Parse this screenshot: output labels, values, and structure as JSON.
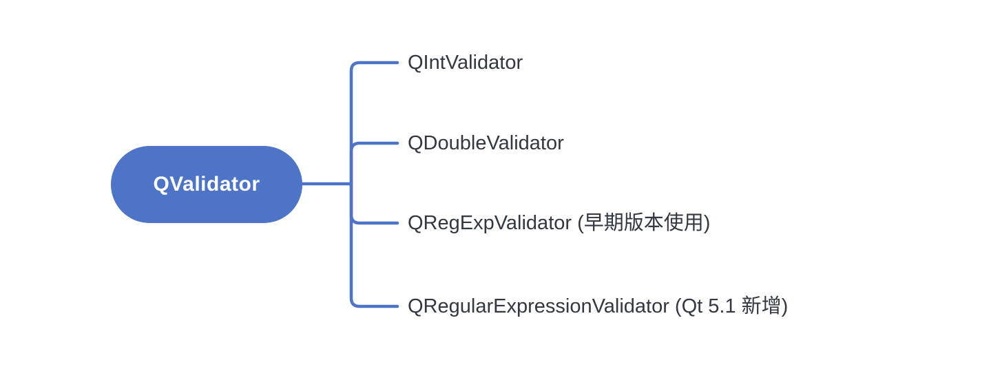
{
  "diagram": {
    "type": "mindmap",
    "root": {
      "label": "QValidator"
    },
    "children": [
      {
        "label": "QIntValidator"
      },
      {
        "label": "QDoubleValidator"
      },
      {
        "label": "QRegExpValidator (早期版本使用)"
      },
      {
        "label": "QRegularExpressionValidator (Qt 5.1 新增)"
      }
    ]
  },
  "colors": {
    "accent": "#4d74c6",
    "text": "#323842",
    "root_text": "#ffffff",
    "background": "#ffffff"
  }
}
